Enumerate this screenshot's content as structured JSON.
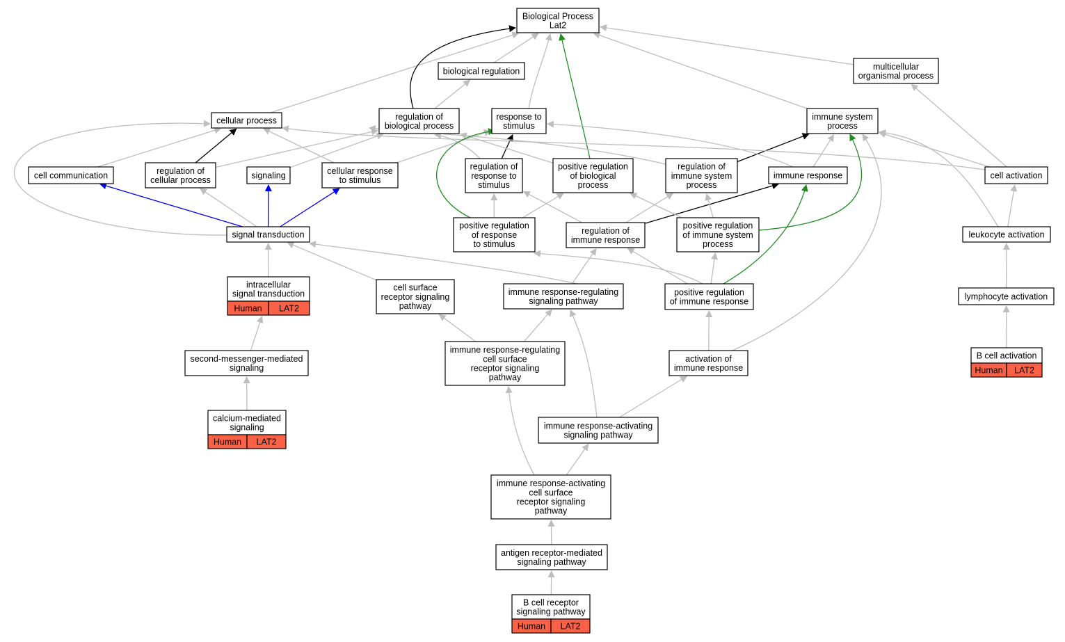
{
  "colors": {
    "gray": "#bdbdbd",
    "black": "#000000",
    "blue": "#0000ee",
    "green": "#228b22",
    "annotation": "#fa6147"
  },
  "nodes": [
    {
      "id": "bp",
      "lines": [
        "Biological Process",
        "Lat2"
      ]
    },
    {
      "id": "bioreg",
      "lines": [
        "biological regulation"
      ]
    },
    {
      "id": "multi",
      "lines": [
        "multicellular",
        "organismal process"
      ]
    },
    {
      "id": "cellproc",
      "lines": [
        "cellular process"
      ]
    },
    {
      "id": "regbio",
      "lines": [
        "regulation of",
        "biological process"
      ]
    },
    {
      "id": "resp",
      "lines": [
        "response to",
        "stimulus"
      ]
    },
    {
      "id": "immsys",
      "lines": [
        "immune system",
        "process"
      ]
    },
    {
      "id": "cellcomm",
      "lines": [
        "cell communication"
      ]
    },
    {
      "id": "regcell",
      "lines": [
        "regulation of",
        "cellular process"
      ]
    },
    {
      "id": "signaling",
      "lines": [
        "signaling"
      ]
    },
    {
      "id": "cellresp",
      "lines": [
        "cellular response",
        "to stimulus"
      ]
    },
    {
      "id": "regresp",
      "lines": [
        "regulation of",
        "response to",
        "stimulus"
      ]
    },
    {
      "id": "posregbio",
      "lines": [
        "positive regulation",
        "of biological",
        "process"
      ]
    },
    {
      "id": "regimmsys",
      "lines": [
        "regulation of",
        "immune system",
        "process"
      ]
    },
    {
      "id": "immresp",
      "lines": [
        "immune response"
      ]
    },
    {
      "id": "cellact",
      "lines": [
        "cell activation"
      ]
    },
    {
      "id": "sigtrans",
      "lines": [
        "signal transduction"
      ]
    },
    {
      "id": "posregresp",
      "lines": [
        "positive regulation",
        "of response",
        "to stimulus"
      ]
    },
    {
      "id": "regimmresp",
      "lines": [
        "regulation of",
        "immune response"
      ]
    },
    {
      "id": "posregimmsys",
      "lines": [
        "positive regulation",
        "of immune system",
        "process"
      ]
    },
    {
      "id": "leukact",
      "lines": [
        "leukocyte activation"
      ]
    },
    {
      "id": "intrasig",
      "lines": [
        "intracellular",
        "signal transduction"
      ],
      "tags": [
        "Human",
        "LAT2"
      ]
    },
    {
      "id": "csrsp",
      "lines": [
        "cell surface",
        "receptor signaling",
        "pathway"
      ]
    },
    {
      "id": "irrsp",
      "lines": [
        "immune response-regulating",
        "signaling pathway"
      ]
    },
    {
      "id": "posregimmresp",
      "lines": [
        "positive regulation",
        "of immune response"
      ]
    },
    {
      "id": "lymphact",
      "lines": [
        "lymphocyte activation"
      ]
    },
    {
      "id": "secmsg",
      "lines": [
        "second-messenger-mediated",
        "signaling"
      ]
    },
    {
      "id": "irrcsr",
      "lines": [
        "immune response-regulating",
        "cell surface",
        "receptor signaling",
        "pathway"
      ]
    },
    {
      "id": "actimm",
      "lines": [
        "activation of",
        "immune response"
      ]
    },
    {
      "id": "bcellact",
      "lines": [
        "B cell activation"
      ],
      "tags": [
        "Human",
        "LAT2"
      ]
    },
    {
      "id": "calcium",
      "lines": [
        "calcium-mediated",
        "signaling"
      ],
      "tags": [
        "Human",
        "LAT2"
      ]
    },
    {
      "id": "iasp",
      "lines": [
        "immune response-activating",
        "signaling pathway"
      ]
    },
    {
      "id": "iacsr",
      "lines": [
        "immune response-activating",
        "cell surface",
        "receptor signaling",
        "pathway"
      ]
    },
    {
      "id": "antigen",
      "lines": [
        "antigen receptor-mediated",
        "signaling pathway"
      ]
    },
    {
      "id": "bcr",
      "lines": [
        "B cell receptor",
        "signaling pathway"
      ],
      "tags": [
        "Human",
        "LAT2"
      ]
    }
  ],
  "edges": [
    {
      "from": "bioreg",
      "to": "bp",
      "color": "gray"
    },
    {
      "from": "multi",
      "to": "bp",
      "color": "gray"
    },
    {
      "from": "cellproc",
      "to": "bp",
      "color": "gray"
    },
    {
      "from": "regbio",
      "to": "bp",
      "color": "black"
    },
    {
      "from": "regbio",
      "to": "bioreg",
      "color": "gray"
    },
    {
      "from": "resp",
      "to": "bp",
      "color": "gray"
    },
    {
      "from": "immsys",
      "to": "bp",
      "color": "gray"
    },
    {
      "from": "cellcomm",
      "to": "cellproc",
      "color": "gray"
    },
    {
      "from": "regcell",
      "to": "cellproc",
      "color": "black"
    },
    {
      "from": "regcell",
      "to": "regbio",
      "color": "gray"
    },
    {
      "from": "signaling",
      "to": "regbio",
      "color": "gray"
    },
    {
      "from": "cellresp",
      "to": "cellproc",
      "color": "gray"
    },
    {
      "from": "cellresp",
      "to": "resp",
      "color": "gray"
    },
    {
      "from": "regresp",
      "to": "regbio",
      "color": "gray"
    },
    {
      "from": "regresp",
      "to": "resp",
      "color": "black"
    },
    {
      "from": "posregbio",
      "to": "bp",
      "color": "green"
    },
    {
      "from": "posregbio",
      "to": "regbio",
      "color": "gray"
    },
    {
      "from": "regimmsys",
      "to": "regbio",
      "color": "gray"
    },
    {
      "from": "regimmsys",
      "to": "immsys",
      "color": "black"
    },
    {
      "from": "immresp",
      "to": "resp",
      "color": "gray"
    },
    {
      "from": "immresp",
      "to": "immsys",
      "color": "gray"
    },
    {
      "from": "cellact",
      "to": "cellproc",
      "color": "gray"
    },
    {
      "from": "cellact",
      "to": "immsys",
      "color": "gray"
    },
    {
      "from": "cellact",
      "to": "multi",
      "color": "gray"
    },
    {
      "from": "sigtrans",
      "to": "cellproc",
      "color": "gray"
    },
    {
      "from": "sigtrans",
      "to": "cellcomm",
      "color": "blue"
    },
    {
      "from": "sigtrans",
      "to": "regcell",
      "color": "gray"
    },
    {
      "from": "sigtrans",
      "to": "signaling",
      "color": "blue"
    },
    {
      "from": "sigtrans",
      "to": "cellresp",
      "color": "blue"
    },
    {
      "from": "posregresp",
      "to": "regresp",
      "color": "gray"
    },
    {
      "from": "posregresp",
      "to": "posregbio",
      "color": "gray"
    },
    {
      "from": "posregresp",
      "to": "resp",
      "color": "green"
    },
    {
      "from": "regimmresp",
      "to": "regresp",
      "color": "gray"
    },
    {
      "from": "regimmresp",
      "to": "regimmsys",
      "color": "gray"
    },
    {
      "from": "regimmresp",
      "to": "immresp",
      "color": "black"
    },
    {
      "from": "posregimmsys",
      "to": "posregbio",
      "color": "gray"
    },
    {
      "from": "posregimmsys",
      "to": "regimmsys",
      "color": "gray"
    },
    {
      "from": "posregimmsys",
      "to": "immsys",
      "color": "green"
    },
    {
      "from": "leukact",
      "to": "cellact",
      "color": "gray"
    },
    {
      "from": "leukact",
      "to": "immsys",
      "color": "gray"
    },
    {
      "from": "intrasig",
      "to": "sigtrans",
      "color": "gray"
    },
    {
      "from": "csrsp",
      "to": "sigtrans",
      "color": "gray"
    },
    {
      "from": "irrsp",
      "to": "sigtrans",
      "color": "gray"
    },
    {
      "from": "irrsp",
      "to": "regimmresp",
      "color": "gray"
    },
    {
      "from": "posregimmresp",
      "to": "posregresp",
      "color": "gray"
    },
    {
      "from": "posregimmresp",
      "to": "regimmresp",
      "color": "gray"
    },
    {
      "from": "posregimmresp",
      "to": "posregimmsys",
      "color": "gray"
    },
    {
      "from": "posregimmresp",
      "to": "immresp",
      "color": "green"
    },
    {
      "from": "lymphact",
      "to": "leukact",
      "color": "gray"
    },
    {
      "from": "secmsg",
      "to": "intrasig",
      "color": "gray"
    },
    {
      "from": "irrcsr",
      "to": "csrsp",
      "color": "gray"
    },
    {
      "from": "irrcsr",
      "to": "irrsp",
      "color": "gray"
    },
    {
      "from": "actimm",
      "to": "posregimmresp",
      "color": "gray"
    },
    {
      "from": "actimm",
      "to": "immsys",
      "color": "gray"
    },
    {
      "from": "bcellact",
      "to": "lymphact",
      "color": "gray"
    },
    {
      "from": "calcium",
      "to": "secmsg",
      "color": "gray"
    },
    {
      "from": "iasp",
      "to": "irrsp",
      "color": "gray"
    },
    {
      "from": "iasp",
      "to": "actimm",
      "color": "gray"
    },
    {
      "from": "iacsr",
      "to": "irrcsr",
      "color": "gray"
    },
    {
      "from": "iacsr",
      "to": "iasp",
      "color": "gray"
    },
    {
      "from": "antigen",
      "to": "iacsr",
      "color": "gray"
    },
    {
      "from": "bcr",
      "to": "antigen",
      "color": "gray"
    }
  ]
}
